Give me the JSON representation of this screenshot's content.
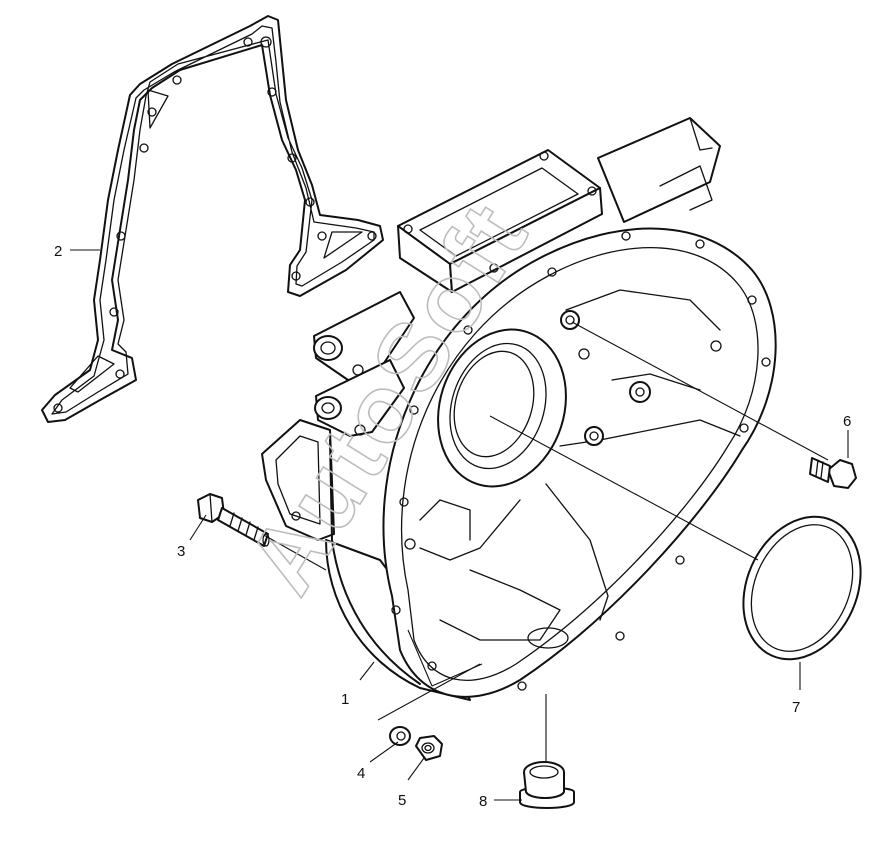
{
  "watermark": {
    "text": "AutoSoft"
  },
  "parts": [
    {
      "id": "flywheel-housing",
      "label": "1"
    },
    {
      "id": "gasket",
      "label": "2"
    },
    {
      "id": "bolt",
      "label": "3"
    },
    {
      "id": "washer",
      "label": "4"
    },
    {
      "id": "nut",
      "label": "5"
    },
    {
      "id": "plug-bolt",
      "label": "6"
    },
    {
      "id": "seal-ring",
      "label": "7"
    },
    {
      "id": "plug",
      "label": "8"
    }
  ]
}
